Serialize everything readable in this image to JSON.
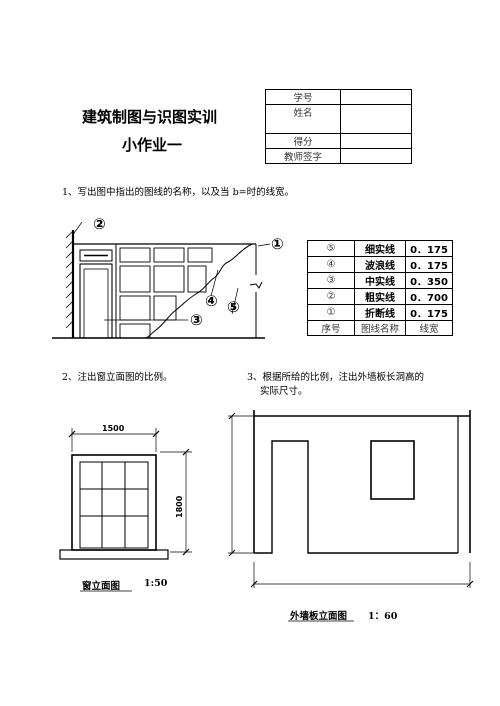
{
  "header": {
    "title": "建筑制图与识图实训",
    "subtitle": "小作业一"
  },
  "info_table": {
    "rows": [
      "学号",
      "姓名",
      "得分",
      "教师签字"
    ]
  },
  "q1": {
    "text": "1、写出图中指出的图线的名称，以及当 b=时的线宽。",
    "markers": [
      "②",
      "①",
      "④",
      "⑤",
      "③"
    ],
    "legend": {
      "rows": [
        {
          "num": "⑤",
          "name": "细实线",
          "width": "0．175"
        },
        {
          "num": "④",
          "name": "波浪线",
          "width": "0．175"
        },
        {
          "num": "③",
          "name": "中实线",
          "width": "0．350"
        },
        {
          "num": "②",
          "name": "粗实线",
          "width": "0．700"
        },
        {
          "num": "①",
          "name": "折断线",
          "width": "0．175"
        }
      ],
      "header": {
        "num": "序号",
        "name": "图线名称",
        "width": "线宽"
      }
    }
  },
  "q2": {
    "text": "2、注出窗立面图的比例。",
    "dim_width": "1500",
    "dim_height": "1800",
    "caption": "窗立面图",
    "scale": "1:50"
  },
  "q3": {
    "text_line1": "3、根据所给的比例，注出外墙板长洞高的",
    "text_line2": "实际尺寸。",
    "caption": "外墙板立面图",
    "scale": "1：60"
  }
}
